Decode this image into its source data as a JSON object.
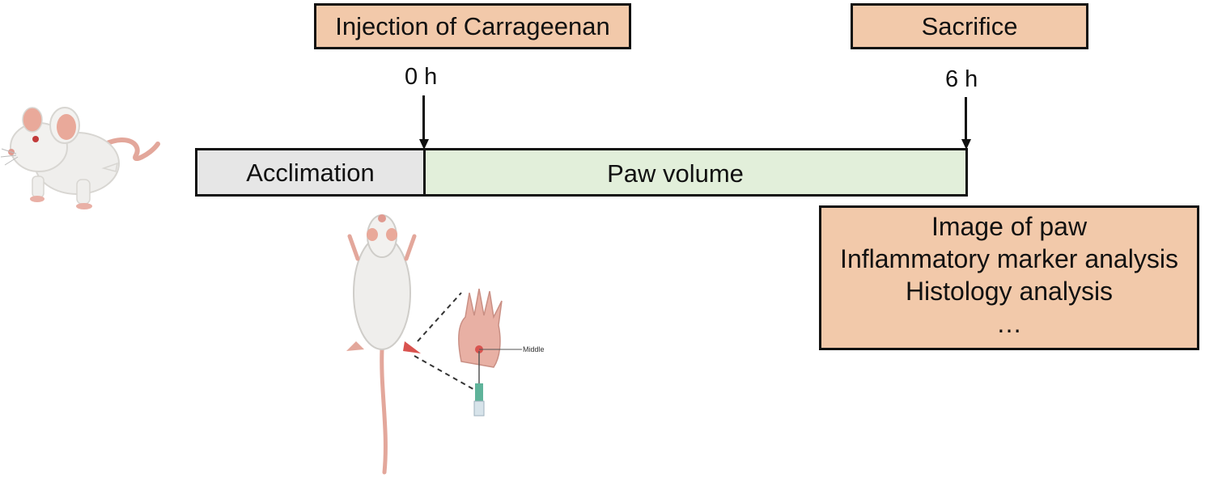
{
  "timeline": {
    "injection_label": "Injection of Carrageenan",
    "sacrifice_label": "Sacrifice",
    "time_start": "0 h",
    "time_end": "6 h",
    "phases": [
      {
        "label": "Acclimation",
        "color": "#e6e6e6"
      },
      {
        "label": "Paw volume",
        "color": "#e2efda"
      }
    ]
  },
  "outcomes": {
    "items": [
      "Image of paw",
      "Inflammatory marker analysis",
      "Histology analysis",
      "…"
    ],
    "color": "#f2c9aa"
  },
  "illustration": {
    "paw_annotation": "Middle"
  },
  "colors": {
    "event_box": "#f2c9aa",
    "mouse_ear": "#e9a99a",
    "paw_injected": "#d9534f"
  }
}
